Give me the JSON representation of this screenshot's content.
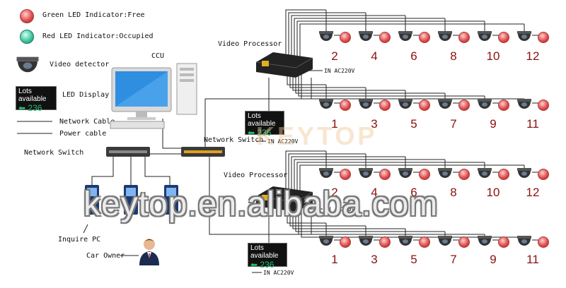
{
  "legend": {
    "green_led": "Green LED Indicator:Free",
    "red_led": "Red LED Indicator:Occupied",
    "video_detector": "Video detector",
    "led_display": "LED Display",
    "network_cable": "Network Cable",
    "power_cable": "Power cable"
  },
  "display": {
    "title": "Lots available",
    "value": "236"
  },
  "labels": {
    "ccu": "CCU",
    "video_processor": "Video Processor",
    "network_switch": "Network Switch",
    "inquire_pc": "Inquire PC",
    "car_owner": "Car Owner",
    "in_ac220v": "IN AC220V"
  },
  "bays": {
    "row_even": [
      "2",
      "4",
      "6",
      "8",
      "10",
      "12"
    ],
    "row_odd": [
      "1",
      "3",
      "5",
      "7",
      "9",
      "11"
    ]
  },
  "logo": "KEYTOP",
  "watermark": "keytop.en.alibaba.com",
  "colors": {
    "bay_number": "#8a1010",
    "display_value": "#22c070",
    "led_red": "#e05050",
    "led_green": "#40c8a0"
  }
}
